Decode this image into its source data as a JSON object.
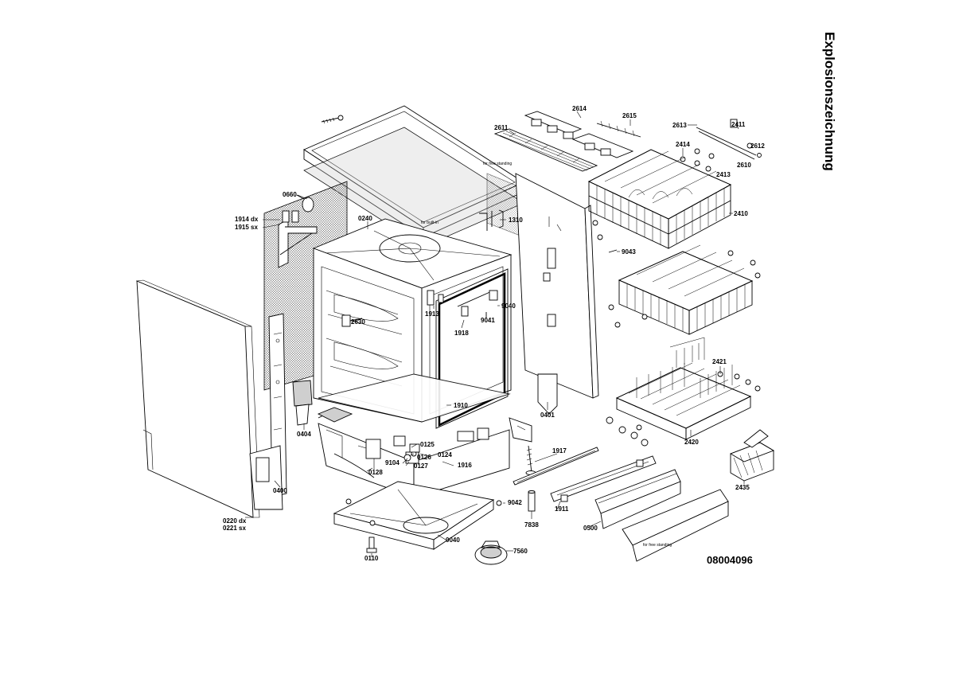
{
  "title": "Explosionszeichnung",
  "document_number": "08004096",
  "notes": {
    "free_standing_top": "for free standing",
    "built_in": "for built-in",
    "free_standing_bottom": "for free standing"
  },
  "labels": {
    "p0660": "0660",
    "p1914": "1914 dx",
    "p1915": "1915 sx",
    "p0240": "0240",
    "p1310": "1310",
    "p2611": "2611",
    "p2614": "2614",
    "p2615": "2615",
    "p2613": "2613",
    "p2411": "2411",
    "p2414": "2414",
    "p2612": "2612",
    "p2610": "2610",
    "p2413": "2413",
    "p2410": "2410",
    "p9043": "9043",
    "p9040": "9040",
    "p9041": "9041",
    "p1913": "1913",
    "p1918": "1918",
    "p2630": "2630",
    "p1910": "1910",
    "p0401": "0401",
    "p2421": "2421",
    "p2420": "2420",
    "p2435": "2435",
    "p0404": "0404",
    "p0125": "0125",
    "p0126": "0126",
    "p9104": "9104",
    "p0124": "0124",
    "p0127": "0127",
    "p1916": "1916",
    "p0128": "0128",
    "p1917": "1917",
    "p0400": "0400",
    "p9042": "9042",
    "p1911": "1911",
    "p7838": "7838",
    "p0500": "0500",
    "p0220": "0220 dx",
    "p0221": "0221 sx",
    "p0040": "0040",
    "p7560": "7560",
    "p0110": "0110"
  }
}
